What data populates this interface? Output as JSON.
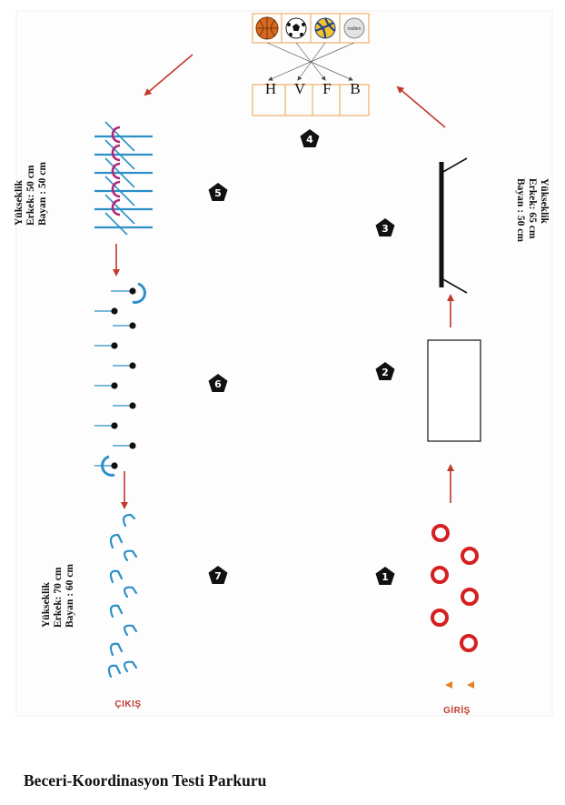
{
  "title": "Beceri-Koordinasyon Testi Parkuru",
  "stations": [
    "1",
    "2",
    "3",
    "4",
    "5",
    "6",
    "7"
  ],
  "balls": {
    "labels": [
      "H",
      "V",
      "F",
      "B"
    ],
    "icons": [
      "basketball-icon",
      "soccer-ball-icon",
      "volleyball-icon",
      "handball-icon"
    ],
    "brand_text": "molten"
  },
  "heights": {
    "station3": [
      "Yükseklik",
      "Erkek: 65 cm",
      "Bayan : 50 cm"
    ],
    "station5": [
      "Yükseklik",
      "Erkek: 50 cm",
      "Bayan : 50 cm"
    ],
    "station7": [
      "Yükseklik",
      "Erkek: 70 cm",
      "Bayan : 60 cm"
    ]
  },
  "start_label": "GİRİŞ",
  "exit_label": "ÇIKIŞ",
  "colors": {
    "arrow": "#c0392b",
    "ring": "#d42020",
    "hurdle": "#2b8fc8",
    "hoop": "#b0287a",
    "start_marker": "#e67e22",
    "box_border": "#f0a04a"
  }
}
